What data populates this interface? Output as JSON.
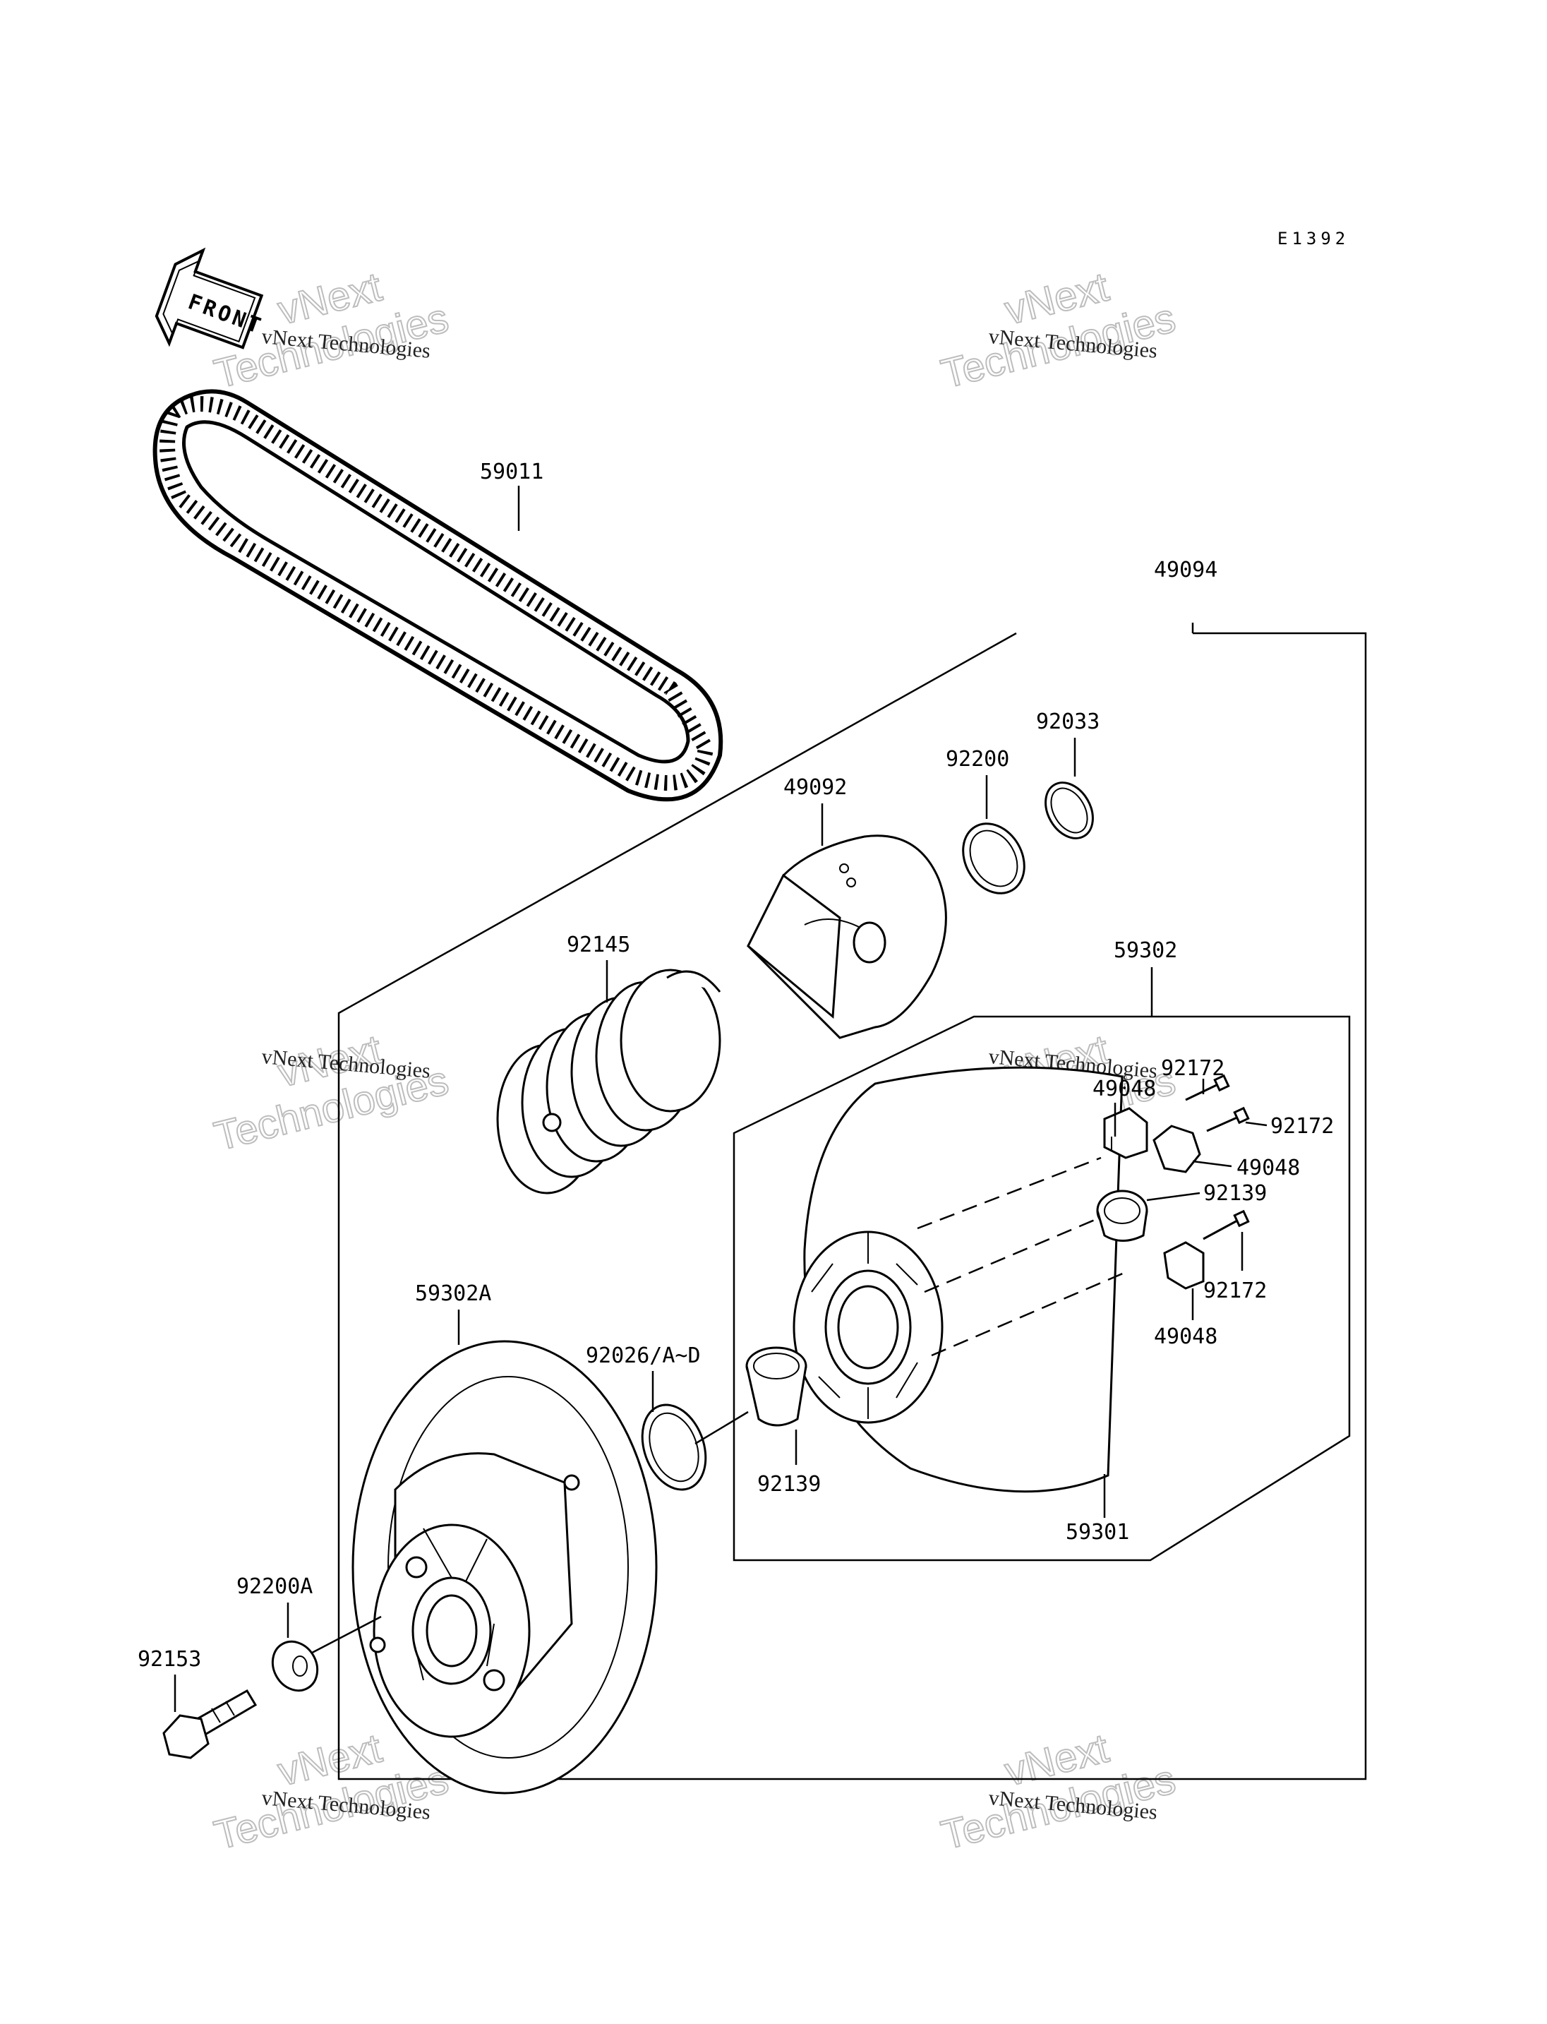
{
  "diagram": {
    "code": "E1392",
    "front_marker": "FRONT",
    "part_numbers": {
      "belt": "59011",
      "assy": "49094",
      "cam": "49092",
      "washer_92200": "92200",
      "circlip": "92033",
      "spring": "92145",
      "sheave_assy": "59302",
      "screw_a": "92172",
      "weight_a": "49048",
      "screw_b": "92172",
      "weight_b": "49048",
      "bushing_a": "92139",
      "screw_c": "92172",
      "weight_c": "49048",
      "movable_sheave": "59302A",
      "shim": "92026/A~D",
      "bushing_b": "92139",
      "fixed_sheave": "59301",
      "washer_92200a": "92200A",
      "bolt": "92153"
    },
    "watermarks": {
      "small_text": "vNext Technologies",
      "big_line1": "vNext",
      "big_line2": "Technologies"
    }
  }
}
